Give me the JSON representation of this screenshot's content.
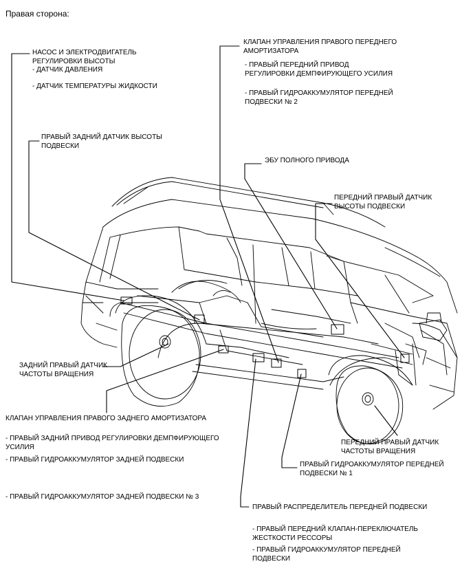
{
  "page_title": "Правая сторона:",
  "labels": {
    "pump": "НАСОС И ЭЛЕКТРОДВИГАТЕЛЬ\nРЕГУЛИРОВКИ ВЫСОТЫ\n- ДАТЧИК ДАВЛЕНИЯ",
    "fluid_temp": "- ДАТЧИК ТЕМПЕРАТУРЫ ЖИДКОСТИ",
    "rear_height": "ПРАВЫЙ ЗАДНИЙ ДАТЧИК ВЫСОТЫ\nПОДВЕСКИ",
    "front_shock_valve": "КЛАПАН УПРАВЛЕНИЯ ПРАВОГО ПЕРЕДНЕГО\nАМОРТИЗАТОРА",
    "front_damping_actuator": "- ПРАВЫЙ ПЕРЕДНИЙ ПРИВОД\nРЕГУЛИРОВКИ ДЕМПФИРУЮЩЕГО УСИЛИЯ",
    "front_accumulator_2": "- ПРАВЫЙ ГИДРОАККУМУЛЯТОР ПЕРЕДНЕЙ\nПОДВЕСКИ № 2",
    "awd_ecu": "ЭБУ ПОЛНОГО ПРИВОДА",
    "front_height": "ПЕРЕДНИЙ ПРАВЫЙ ДАТЧИК\nВЫСОТЫ ПОДВЕСКИ",
    "rear_speed": "ЗАДНИЙ ПРАВЫЙ ДАТЧИК\nЧАСТОТЫ ВРАЩЕНИЯ",
    "rear_shock_valve": "КЛАПАН УПРАВЛЕНИЯ ПРАВОГО ЗАДНЕГО АМОРТИЗАТОРА",
    "rear_damping_actuator": "- ПРАВЫЙ ЗАДНИЙ ПРИВОД РЕГУЛИРОВКИ ДЕМПФИРУЮЩЕГО\nУСИЛИЯ",
    "rear_accumulator": "- ПРАВЫЙ ГИДРОАККУМУЛЯТОР ЗАДНЕЙ ПОДВЕСКИ",
    "rear_accumulator_3": "- ПРАВЫЙ ГИДРОАККУМУЛЯТОР ЗАДНЕЙ ПОДВЕСКИ № 3",
    "front_speed": "ПЕРЕДНИЙ ПРАВЫЙ ДАТЧИК\nЧАСТОТЫ ВРАЩЕНИЯ",
    "front_accumulator_1": "ПРАВЫЙ ГИДРОАККУМУЛЯТОР ПЕРЕДНЕЙ\nПОДВЕСКИ № 1",
    "front_distributor": "ПРАВЫЙ РАСПРЕДЕЛИТЕЛЬ ПЕРЕДНЕЙ ПОДВЕСКИ",
    "front_spring_valve": "- ПРАВЫЙ ПЕРЕДНИЙ КЛАПАН-ПЕРЕКЛЮЧАТЕЛЬ\nЖЕСТКОСТИ РЕССОРЫ",
    "front_accumulator": "- ПРАВЫЙ ГИДРОАККУМУЛЯТОР ПЕРЕДНЕЙ\nПОДВЕСКИ"
  },
  "colors": {
    "line": "#000000",
    "background": "#ffffff"
  }
}
